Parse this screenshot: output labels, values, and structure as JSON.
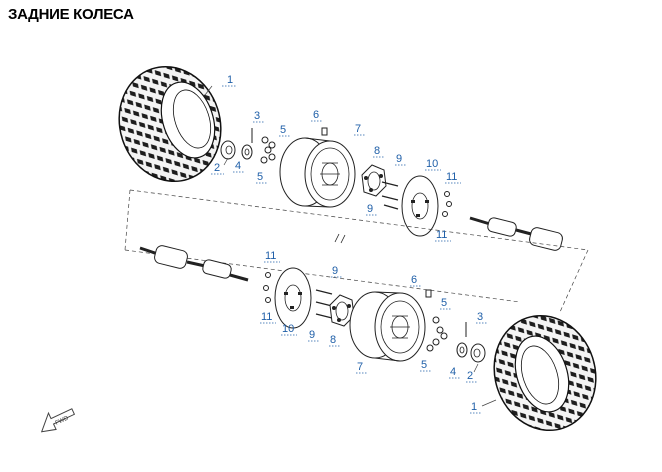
{
  "title": "ЗАДНИЕ КОЛЕСА",
  "direction_label": "FWD",
  "colors": {
    "callout": "#1f5fa8",
    "line": "#222222"
  },
  "callouts": {
    "top_1": "1",
    "top_2": "2",
    "top_3": "3",
    "top_4": "4",
    "top_5a": "5",
    "top_5b": "5",
    "top_6": "6",
    "top_7": "7",
    "top_8": "8",
    "top_9a": "9",
    "top_9b": "9",
    "top_10": "10",
    "top_11a": "11",
    "top_11b": "11",
    "bot_1": "1",
    "bot_2": "2",
    "bot_3": "3",
    "bot_4": "4",
    "bot_5a": "5",
    "bot_5b": "5",
    "bot_6": "6",
    "bot_7": "7",
    "bot_8": "8",
    "bot_9a": "9",
    "bot_9b": "9",
    "bot_10": "10",
    "bot_11a": "11",
    "bot_11b": "11"
  }
}
